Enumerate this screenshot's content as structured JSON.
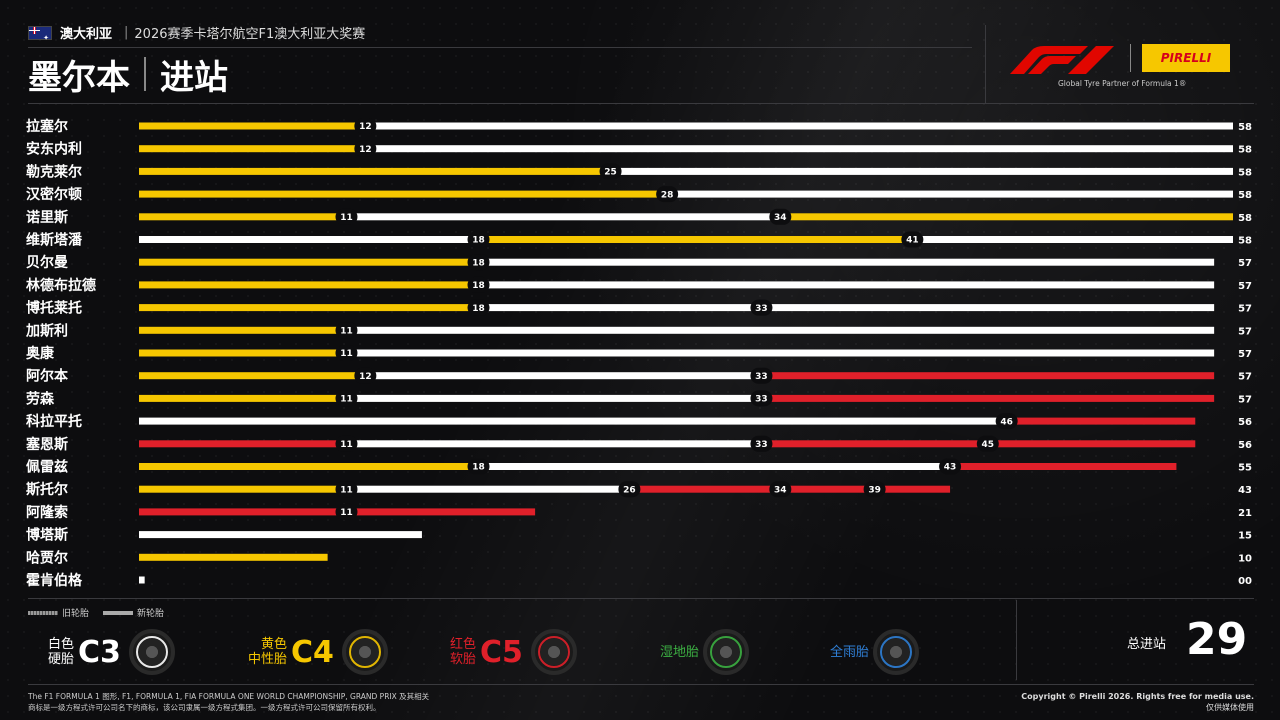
{
  "header": {
    "country": "澳大利亚",
    "race": "2026赛季卡塔尔航空F1澳大利亚大奖赛",
    "title_location": "墨尔本",
    "title_topic": "进站",
    "f1_tagline": "Global Tyre Partner of Formula 1®",
    "pirelli_text": "PIRELLI"
  },
  "colors": {
    "hard": "#ffffff",
    "medium": "#f6c700",
    "soft": "#e0202a",
    "inter": "#3cb043",
    "wet": "#2f7fd6"
  },
  "chart_data": {
    "type": "bar",
    "orientation": "horizontal-stacked-stints",
    "x_range": [
      0,
      58
    ],
    "rows": [
      {
        "driver": "拉塞尔",
        "total": "58",
        "stints": [
          {
            "compound": "medium",
            "end": 12,
            "label": "12"
          },
          {
            "compound": "hard",
            "end": 58,
            "label": ""
          }
        ]
      },
      {
        "driver": "安东内利",
        "total": "58",
        "stints": [
          {
            "compound": "medium",
            "end": 12,
            "label": "12"
          },
          {
            "compound": "hard",
            "end": 58,
            "label": ""
          }
        ]
      },
      {
        "driver": "勒克莱尔",
        "total": "58",
        "stints": [
          {
            "compound": "medium",
            "end": 25,
            "label": "25"
          },
          {
            "compound": "hard",
            "end": 58,
            "label": ""
          }
        ]
      },
      {
        "driver": "汉密尔顿",
        "total": "58",
        "stints": [
          {
            "compound": "medium",
            "end": 28,
            "label": "28"
          },
          {
            "compound": "hard",
            "end": 58,
            "label": ""
          }
        ]
      },
      {
        "driver": "诺里斯",
        "total": "58",
        "stints": [
          {
            "compound": "medium",
            "end": 11,
            "label": "11"
          },
          {
            "compound": "hard",
            "end": 34,
            "label": "34"
          },
          {
            "compound": "medium",
            "end": 58,
            "label": ""
          }
        ]
      },
      {
        "driver": "维斯塔潘",
        "total": "58",
        "stints": [
          {
            "compound": "hard",
            "end": 18,
            "label": "18"
          },
          {
            "compound": "medium",
            "end": 41,
            "label": "41"
          },
          {
            "compound": "hard",
            "end": 58,
            "label": ""
          }
        ]
      },
      {
        "driver": "贝尔曼",
        "total": "57",
        "stints": [
          {
            "compound": "medium",
            "end": 18,
            "label": "18"
          },
          {
            "compound": "hard",
            "end": 57,
            "label": ""
          }
        ]
      },
      {
        "driver": "林德布拉德",
        "total": "57",
        "stints": [
          {
            "compound": "medium",
            "end": 18,
            "label": "18"
          },
          {
            "compound": "hard",
            "end": 57,
            "label": ""
          }
        ]
      },
      {
        "driver": "博托莱托",
        "total": "57",
        "stints": [
          {
            "compound": "medium",
            "end": 18,
            "label": "18"
          },
          {
            "compound": "hard",
            "end": 33,
            "label": "33"
          },
          {
            "compound": "hard",
            "end": 57,
            "label": ""
          }
        ]
      },
      {
        "driver": "加斯利",
        "total": "57",
        "stints": [
          {
            "compound": "medium",
            "end": 11,
            "label": "11"
          },
          {
            "compound": "hard",
            "end": 57,
            "label": ""
          }
        ]
      },
      {
        "driver": "奥康",
        "total": "57",
        "stints": [
          {
            "compound": "medium",
            "end": 11,
            "label": "11"
          },
          {
            "compound": "hard",
            "end": 57,
            "label": ""
          }
        ]
      },
      {
        "driver": "阿尔本",
        "total": "57",
        "stints": [
          {
            "compound": "medium",
            "end": 12,
            "label": "12"
          },
          {
            "compound": "hard",
            "end": 33,
            "label": "33"
          },
          {
            "compound": "soft",
            "end": 57,
            "label": ""
          }
        ]
      },
      {
        "driver": "劳森",
        "total": "57",
        "stints": [
          {
            "compound": "medium",
            "end": 11,
            "label": "11"
          },
          {
            "compound": "hard",
            "end": 33,
            "label": "33"
          },
          {
            "compound": "soft",
            "end": 57,
            "label": ""
          }
        ]
      },
      {
        "driver": "科拉平托",
        "total": "56",
        "stints": [
          {
            "compound": "hard",
            "end": 46,
            "label": "46"
          },
          {
            "compound": "soft",
            "end": 56,
            "label": ""
          }
        ]
      },
      {
        "driver": "塞恩斯",
        "total": "56",
        "stints": [
          {
            "compound": "soft",
            "end": 11,
            "label": "11"
          },
          {
            "compound": "hard",
            "end": 33,
            "label": "33"
          },
          {
            "compound": "soft",
            "end": 45,
            "label": "45"
          },
          {
            "compound": "soft",
            "end": 56,
            "label": ""
          }
        ]
      },
      {
        "driver": "佩雷兹",
        "total": "55",
        "stints": [
          {
            "compound": "medium",
            "end": 18,
            "label": "18"
          },
          {
            "compound": "hard",
            "end": 43,
            "label": "43"
          },
          {
            "compound": "soft",
            "end": 55,
            "label": ""
          }
        ]
      },
      {
        "driver": "斯托尔",
        "total": "43",
        "stints": [
          {
            "compound": "medium",
            "end": 11,
            "label": "11"
          },
          {
            "compound": "hard",
            "end": 26,
            "label": "26"
          },
          {
            "compound": "soft",
            "end": 34,
            "label": "34"
          },
          {
            "compound": "soft",
            "end": 39,
            "label": "39"
          },
          {
            "compound": "soft",
            "end": 43,
            "label": ""
          }
        ]
      },
      {
        "driver": "阿隆索",
        "total": "21",
        "stints": [
          {
            "compound": "soft",
            "end": 11,
            "label": "11"
          },
          {
            "compound": "soft",
            "end": 21,
            "label": ""
          }
        ]
      },
      {
        "driver": "博塔斯",
        "total": "15",
        "stints": [
          {
            "compound": "hard",
            "end": 15,
            "label": ""
          }
        ]
      },
      {
        "driver": "哈贾尔",
        "total": "10",
        "stints": [
          {
            "compound": "medium",
            "end": 10,
            "label": ""
          }
        ]
      },
      {
        "driver": "霍肯伯格",
        "total": "00",
        "stints": [
          {
            "compound": "hard",
            "end": 0.3,
            "label": ""
          }
        ]
      }
    ]
  },
  "legend": {
    "used": "旧轮胎",
    "new": "新轮胎"
  },
  "compounds": [
    {
      "label_line1": "白色",
      "label_line2": "硬胎",
      "code": "C3",
      "color_key": "hard"
    },
    {
      "label_line1": "黄色",
      "label_line2": "中性胎",
      "code": "C4",
      "color_key": "medium"
    },
    {
      "label_line1": "红色",
      "label_line2": "软胎",
      "code": "C5",
      "color_key": "soft"
    },
    {
      "label_line1": "",
      "label_line2": "湿地胎",
      "code": "",
      "color_key": "inter"
    },
    {
      "label_line1": "",
      "label_line2": "全雨胎",
      "code": "",
      "color_key": "wet"
    }
  ],
  "total_stops": {
    "label": "总进站",
    "value": "29"
  },
  "footer": {
    "legal_line1": "The F1 FORMULA 1 图形, F1, FORMULA 1, FIA FORMULA ONE WORLD CHAMPIONSHIP, GRAND PRIX 及其相关",
    "legal_line2": "商标是一级方程式许可公司名下的商标，该公司隶属一级方程式集团。一级方程式许可公司保留所有权利。",
    "copyright": "Copyright © Pirelli 2026. Rights free for media use.",
    "media_only": "仅供媒体使用"
  }
}
